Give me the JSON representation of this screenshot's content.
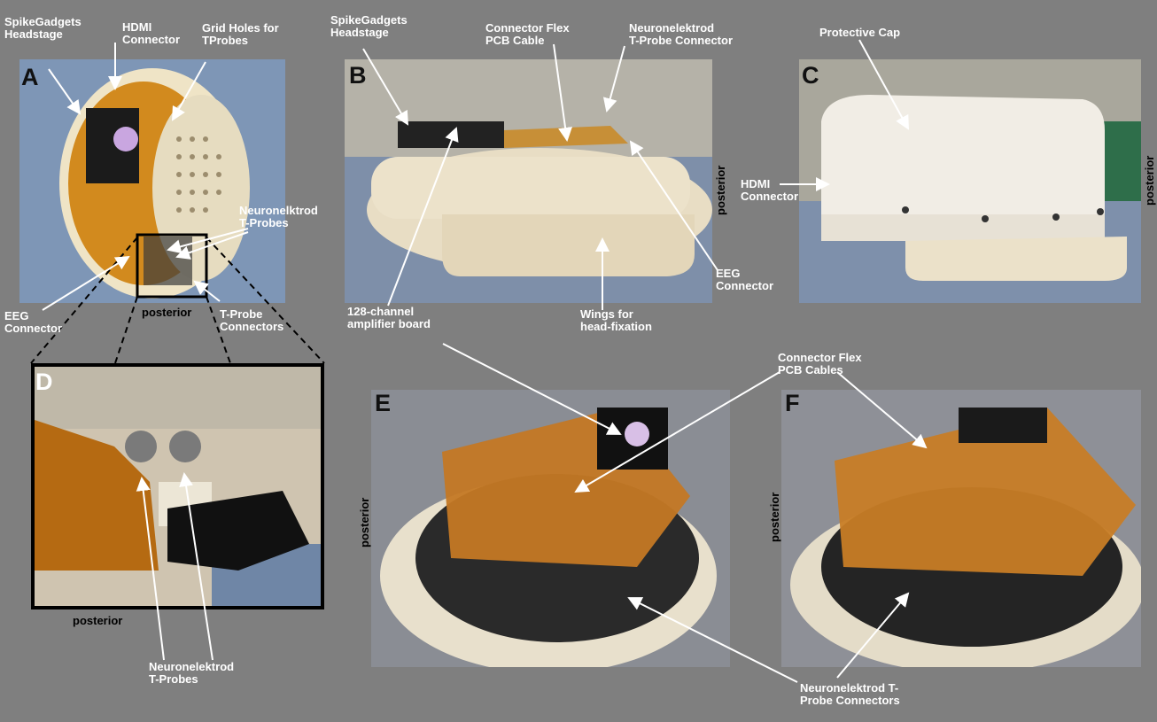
{
  "panels": {
    "A": {
      "letter": "A",
      "posterior": "posterior"
    },
    "B": {
      "letter": "B",
      "posterior": "posterior"
    },
    "C": {
      "letter": "C",
      "posterior": "posterior"
    },
    "D": {
      "letter": "D",
      "posterior": "posterior"
    },
    "E": {
      "letter": "E",
      "posterior": "posterior"
    },
    "F": {
      "letter": "F",
      "posterior": "posterior"
    }
  },
  "labels": {
    "a_headstage": "SpikeGadgets\nHeadstage",
    "a_hdmi": "HDMI\nConnector",
    "a_grid": "Grid Holes for\nTProbes",
    "a_tprobes": "Neuronelktrod\nT-Probes",
    "a_eeg": "EEG\nConnector",
    "a_tprobe_conn": "T-Probe\nConnectors",
    "b_headstage": "SpikeGadgets\nHeadstage",
    "b_flex": "Connector Flex\nPCB Cable",
    "b_tprobe_conn": "Neuronelektrod\nT-Probe Connector",
    "b_amp": "128-channel\namplifier board",
    "b_wings": "Wings for\nhead-fixation",
    "b_eeg": "EEG\nConnector",
    "c_cap": "Protective Cap",
    "c_hdmi": "HDMI\nConnector",
    "d_tprobes": "Neuronelektrod\nT-Probes",
    "ef_flex": "Connector Flex\nPCB Cables",
    "ef_tprobe_conn": "Neuronelektrod T-\nProbe Connectors"
  },
  "colors": {
    "background": "#7f7f7f",
    "annotation": "#ffffff",
    "panel_letter": "#111111"
  }
}
